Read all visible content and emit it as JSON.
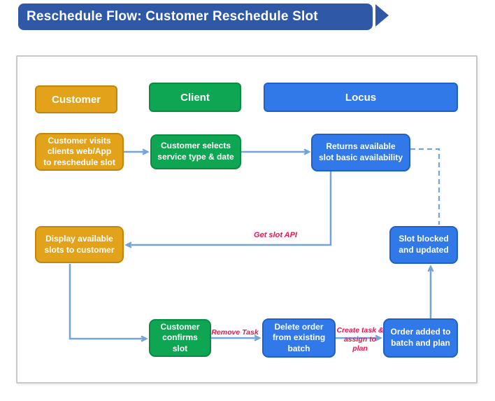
{
  "title": {
    "label": "Reschedule Flow: Customer Reschedule Slot"
  },
  "lanes": {
    "customer": {
      "label": "Customer",
      "color": "#E2A219"
    },
    "client": {
      "label": "Client",
      "color": "#0FA653"
    },
    "locus": {
      "label": "Locus",
      "color": "#3178E8"
    }
  },
  "nodes": {
    "visits": {
      "label": "Customer visits\nclients web/App\nto reschedule slot",
      "lane": "customer"
    },
    "selects": {
      "label": "Customer selects\nservice type & date",
      "lane": "client"
    },
    "returns": {
      "label": "Returns available\nslot basic availability",
      "lane": "locus"
    },
    "display": {
      "label": "Display available\nslots to customer",
      "lane": "customer"
    },
    "blocked": {
      "label": "Slot blocked\nand updated",
      "lane": "locus"
    },
    "confirms": {
      "label": "Customer\nconfirms\nslot",
      "lane": "client"
    },
    "delete_order": {
      "label": "Delete order\nfrom existing\nbatch",
      "lane": "locus"
    },
    "order_added": {
      "label": "Order added to\nbatch and plan",
      "lane": "locus"
    }
  },
  "edge_labels": {
    "get_slot_api": "Get slot API",
    "remove_task": "Remove Task",
    "create_task_line1": "Create task &",
    "create_task_line2": "assign to plan"
  },
  "colors": {
    "banner": "#2F58A7",
    "customer_fill": "#E2A219",
    "client_fill": "#0FA653",
    "locus_fill": "#3178E8",
    "connector": "#74A3D6",
    "edge_label_red": "#E8174F",
    "frame_border": "#C5C8CC"
  }
}
